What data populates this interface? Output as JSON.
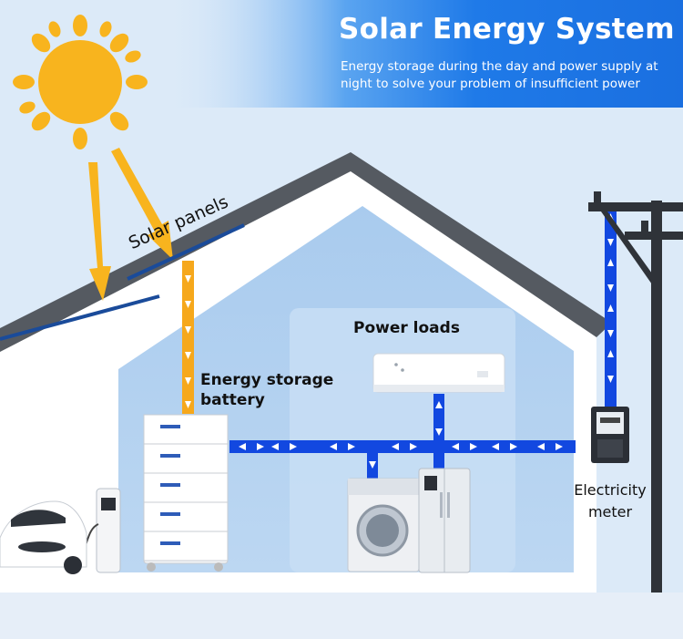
{
  "header": {
    "title": "Solar Energy System",
    "subtitle": "Energy storage during the day and power supply at night to solve your problem of insufficient power"
  },
  "labels": {
    "solar_panels": "Solar panels",
    "power_loads": "Power loads",
    "battery_line1": "Energy storage",
    "battery_line2": "battery",
    "meter_line1": "Electricity",
    "meter_line2": "meter"
  },
  "colors": {
    "banner": "#1f7ae8",
    "sky": "#dceaf8",
    "roof": "#5a5f66",
    "solar_flow": "#f6a81c",
    "grid_flow": "#1248e0",
    "sun": "#f8b41e"
  },
  "icons": [
    "sun-icon",
    "solar-panel-icon",
    "battery-icon",
    "air-conditioner-icon",
    "washing-machine-icon",
    "refrigerator-icon",
    "electricity-meter-icon",
    "utility-pole-icon",
    "electric-car-icon",
    "ev-charger-icon"
  ]
}
